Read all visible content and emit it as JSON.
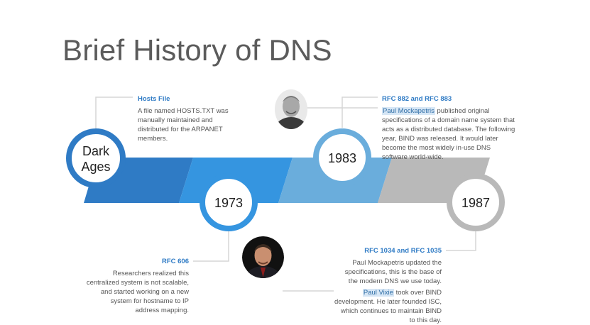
{
  "title": "Brief History of DNS",
  "eras": [
    {
      "label_line1": "Dark",
      "label_line2": "Ages",
      "color": "#2f7bc5"
    },
    {
      "label": "1973",
      "color": "#3595e0"
    },
    {
      "label": "1983",
      "color": "#6aaddc"
    },
    {
      "label": "1987",
      "color": "#b9b9b9"
    }
  ],
  "notes": {
    "hosts": {
      "heading": "Hosts File",
      "text": "A file named HOSTS.TXT was manually maintained and distributed for the ARPANET members."
    },
    "rfc606": {
      "heading": "RFC 606",
      "text": "Researchers realized this centralized system is not scalable, and started working on a new system for hostname to IP address mapping."
    },
    "rfc882": {
      "heading": "RFC 882 and RFC 883",
      "name": "Paul Mockapetris",
      "text": " published original specifications of a domain name system that acts as a distributed database. The following year, BIND was released. It would later become the most widely in-use DNS software world-wide."
    },
    "rfc1034": {
      "heading": "RFC 1034 and RFC 1035",
      "text": "Paul Mockapetris updated the specifications, this is the base of the modern DNS we use today.",
      "name2": "Paul Vixie",
      "text2": " took over BIND development. He later founded ISC, which continues to maintain BIND to this day."
    }
  },
  "photos": {
    "mockapetris": "portrait of Paul Mockapetris",
    "vixie": "portrait of Paul Vixie"
  }
}
